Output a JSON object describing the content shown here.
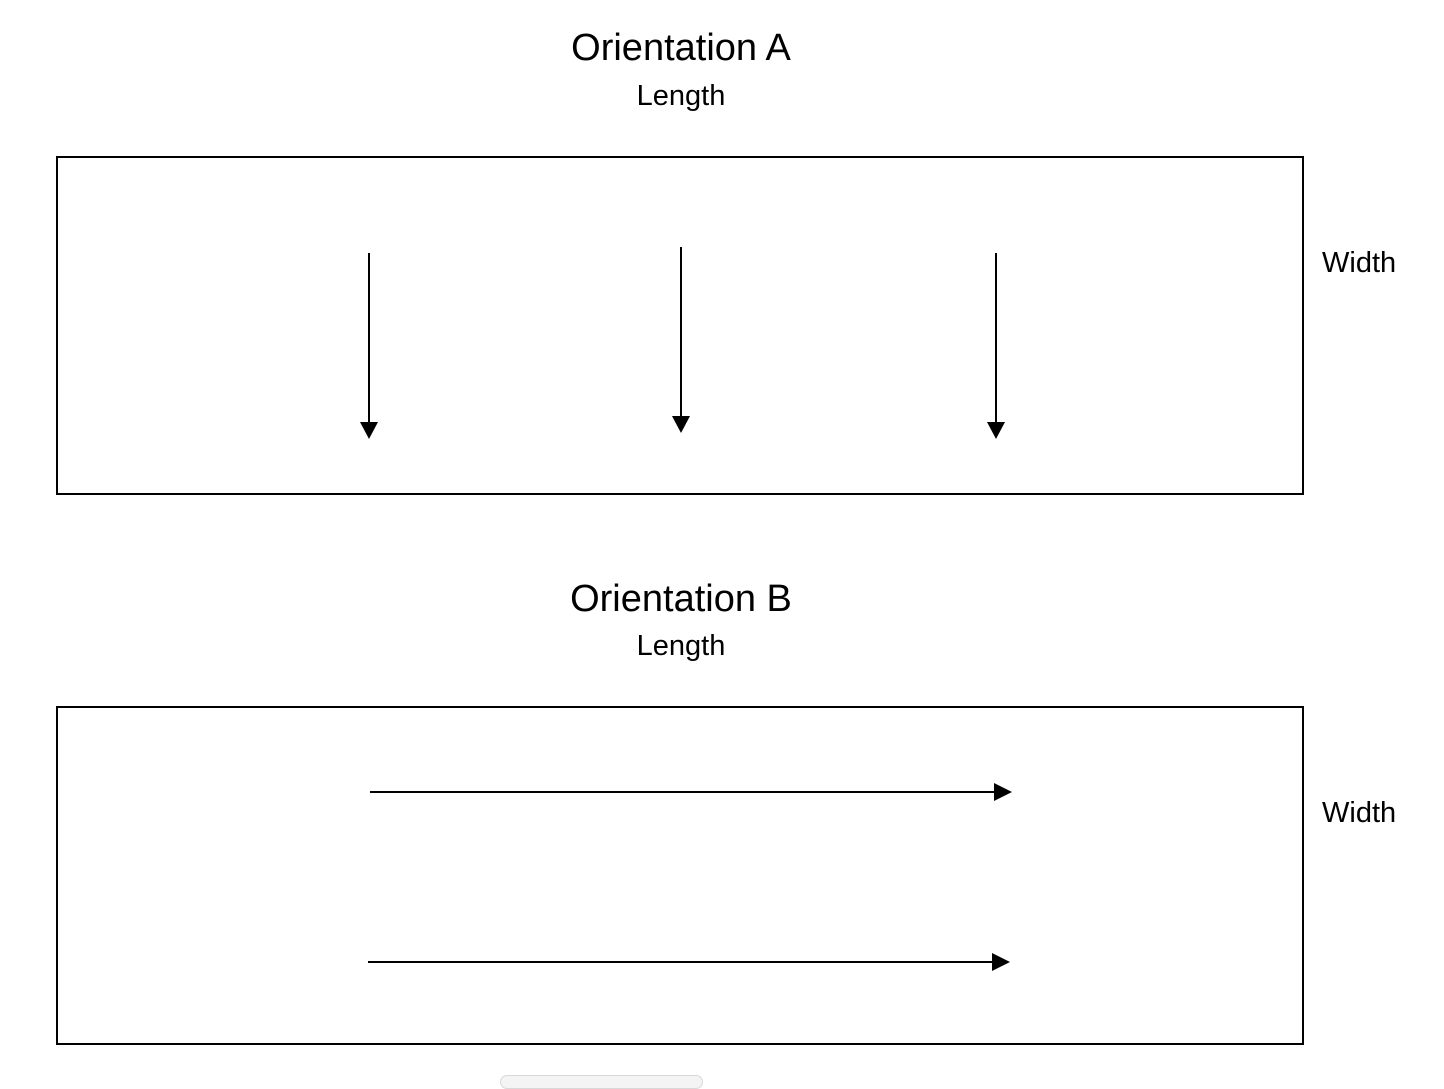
{
  "orientation_a": {
    "title": "Orientation A",
    "length_label": "Length",
    "width_label": "Width",
    "arrow_direction": "down",
    "arrow_count": 3
  },
  "orientation_b": {
    "title": "Orientation B",
    "length_label": "Length",
    "width_label": "Width",
    "arrow_direction": "right",
    "arrow_count": 2
  },
  "colors": {
    "stroke": "#000000",
    "background": "#ffffff"
  }
}
